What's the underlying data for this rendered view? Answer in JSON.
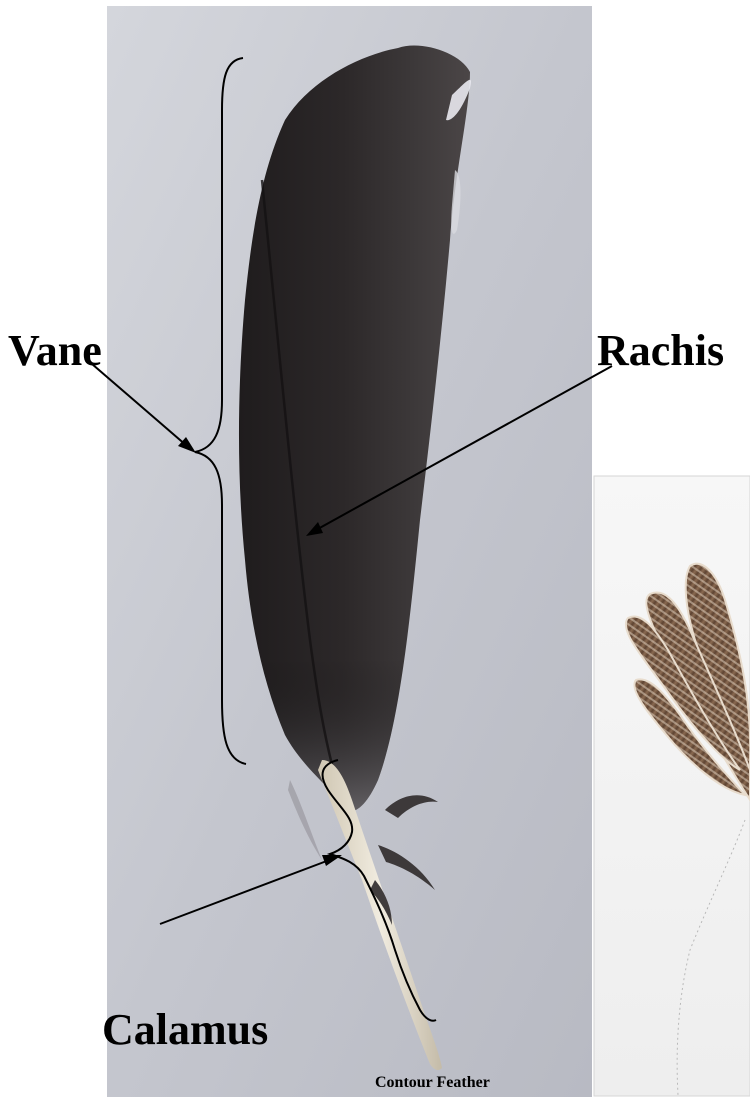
{
  "labels": {
    "vane": "Vane",
    "rachis": "Rachis",
    "calamus": "Calamus",
    "caption": "Contour Feather"
  },
  "colors": {
    "background_photo": "#c6c8d0",
    "feather_dark": "#2a2728",
    "feather_mid": "#4a4547",
    "quill": "#ddd6c6",
    "down_feather_brown": "#8a6a50",
    "down_feather_background": "#f3f3f3",
    "annotation": "#000000"
  },
  "images": {
    "main_photo": "photograph of a dark contour feather on a grey background",
    "inset_photo": "photograph of brown barred feathers on a white background"
  }
}
